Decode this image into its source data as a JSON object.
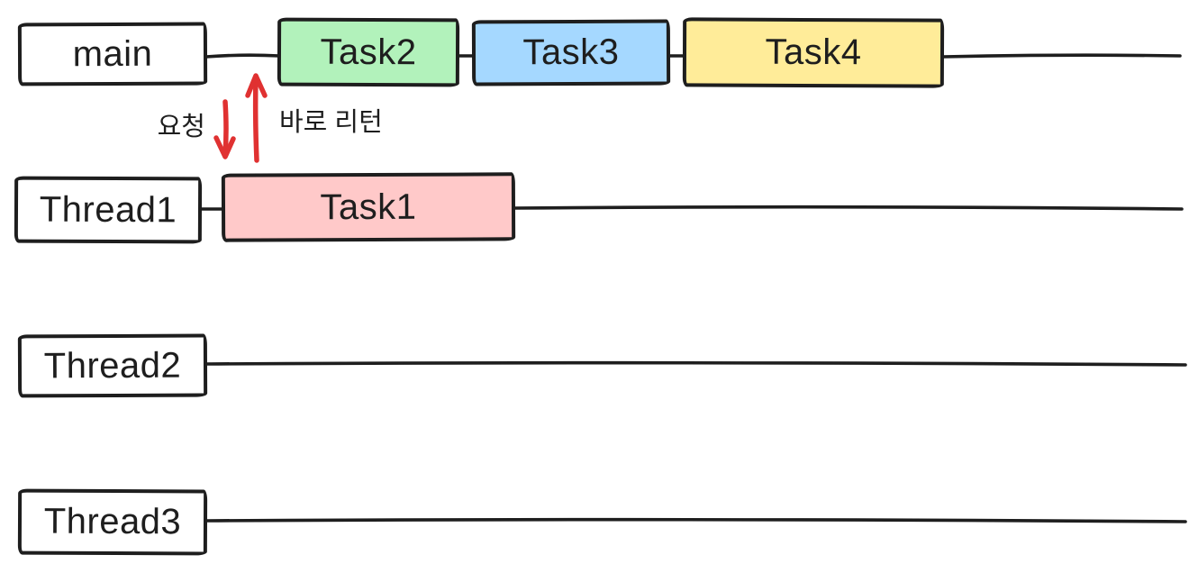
{
  "diagram": {
    "type": "thread-task-timeline",
    "colors": {
      "stroke": "#1e1e1e",
      "arrow_red": "#e03131",
      "lane_box_bg": "#ffffff",
      "task1_pink": "#ffc9c9",
      "task2_green": "#b2f2bb",
      "task3_blue": "#a5d8ff",
      "task4_yellow": "#ffec99"
    },
    "lanes": {
      "main": {
        "label": "main"
      },
      "thread1": {
        "label": "Thread1"
      },
      "thread2": {
        "label": "Thread2"
      },
      "thread3": {
        "label": "Thread3"
      }
    },
    "tasks": {
      "task2": {
        "label": "Task2",
        "fill": "#b2f2bb",
        "lane": "main"
      },
      "task3": {
        "label": "Task3",
        "fill": "#a5d8ff",
        "lane": "main"
      },
      "task4": {
        "label": "Task4",
        "fill": "#ffec99",
        "lane": "main"
      },
      "task1": {
        "label": "Task1",
        "fill": "#ffc9c9",
        "lane": "Thread1"
      }
    },
    "annotations": {
      "request": "요청",
      "immediate_return": "바로 리턴"
    }
  }
}
